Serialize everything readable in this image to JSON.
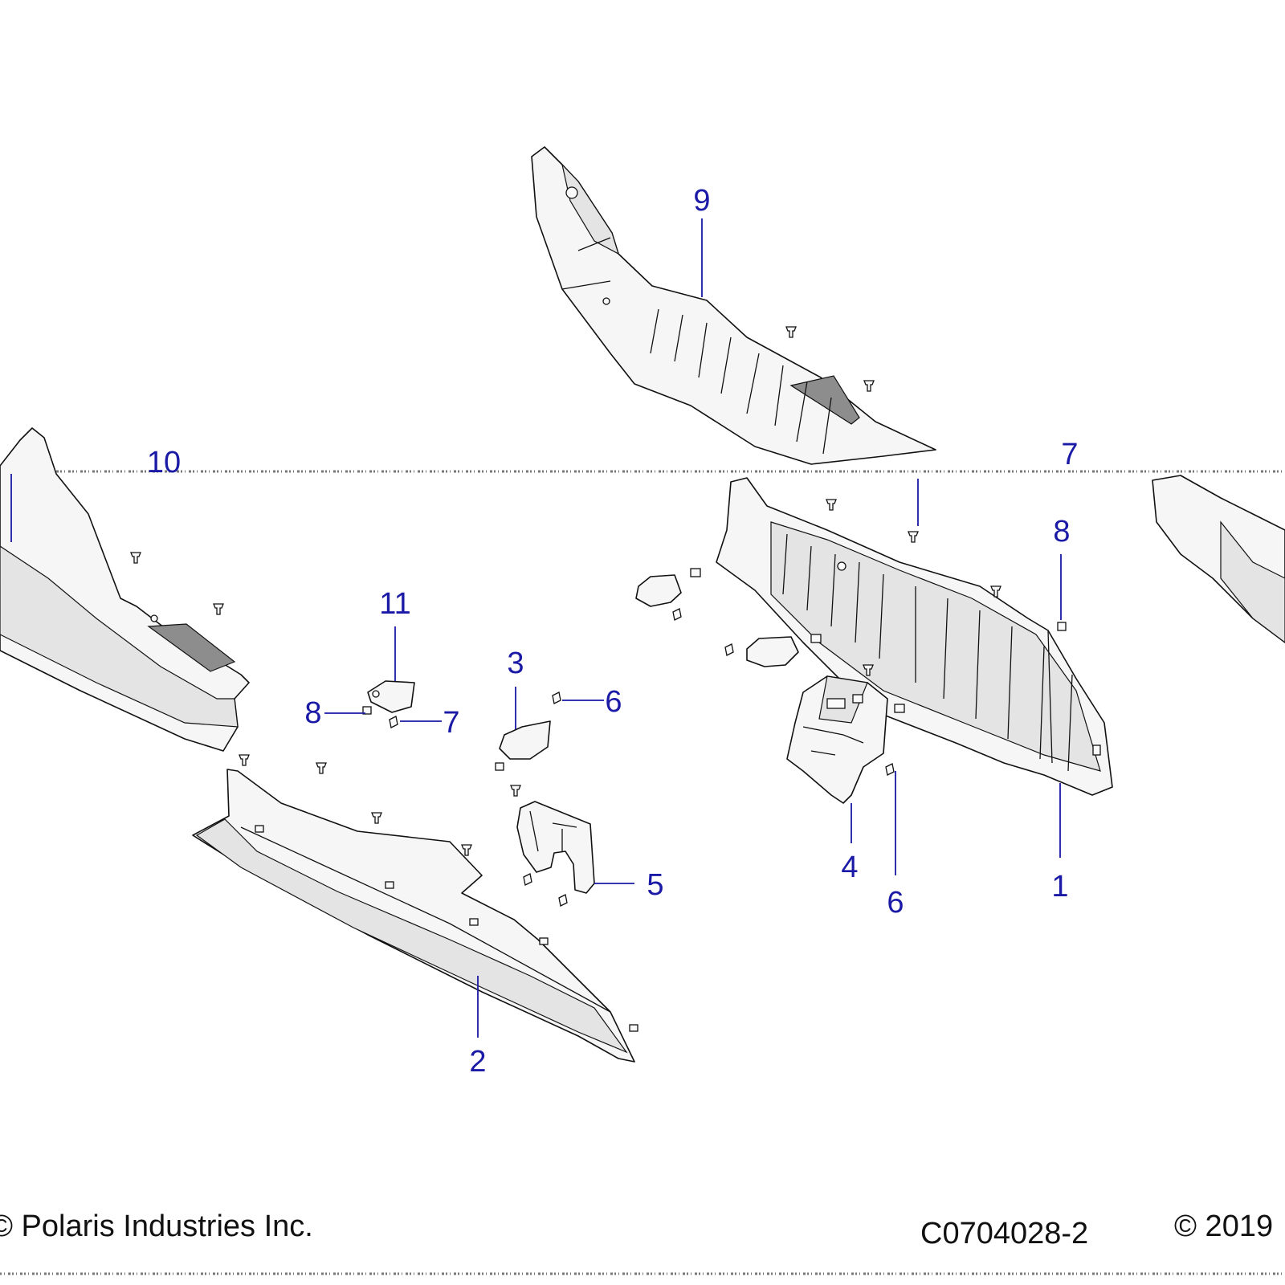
{
  "callouts": [
    {
      "label": "1"
    },
    {
      "label": "2"
    },
    {
      "label": "3"
    },
    {
      "label": "4"
    },
    {
      "label": "5"
    },
    {
      "label": "6"
    },
    {
      "label": "6"
    },
    {
      "label": "7"
    },
    {
      "label": "7"
    },
    {
      "label": "8"
    },
    {
      "label": "8"
    },
    {
      "label": "9"
    },
    {
      "label": "10"
    },
    {
      "label": "11"
    }
  ],
  "footer": {
    "copyright_left": "© Polaris Industries Inc.",
    "figure_code": "C0704028-2",
    "copyright_right": "© 2019"
  },
  "colors": {
    "callout": "#1a1aa6",
    "line_art": "#111111",
    "part_fill": "#f6f6f6"
  }
}
